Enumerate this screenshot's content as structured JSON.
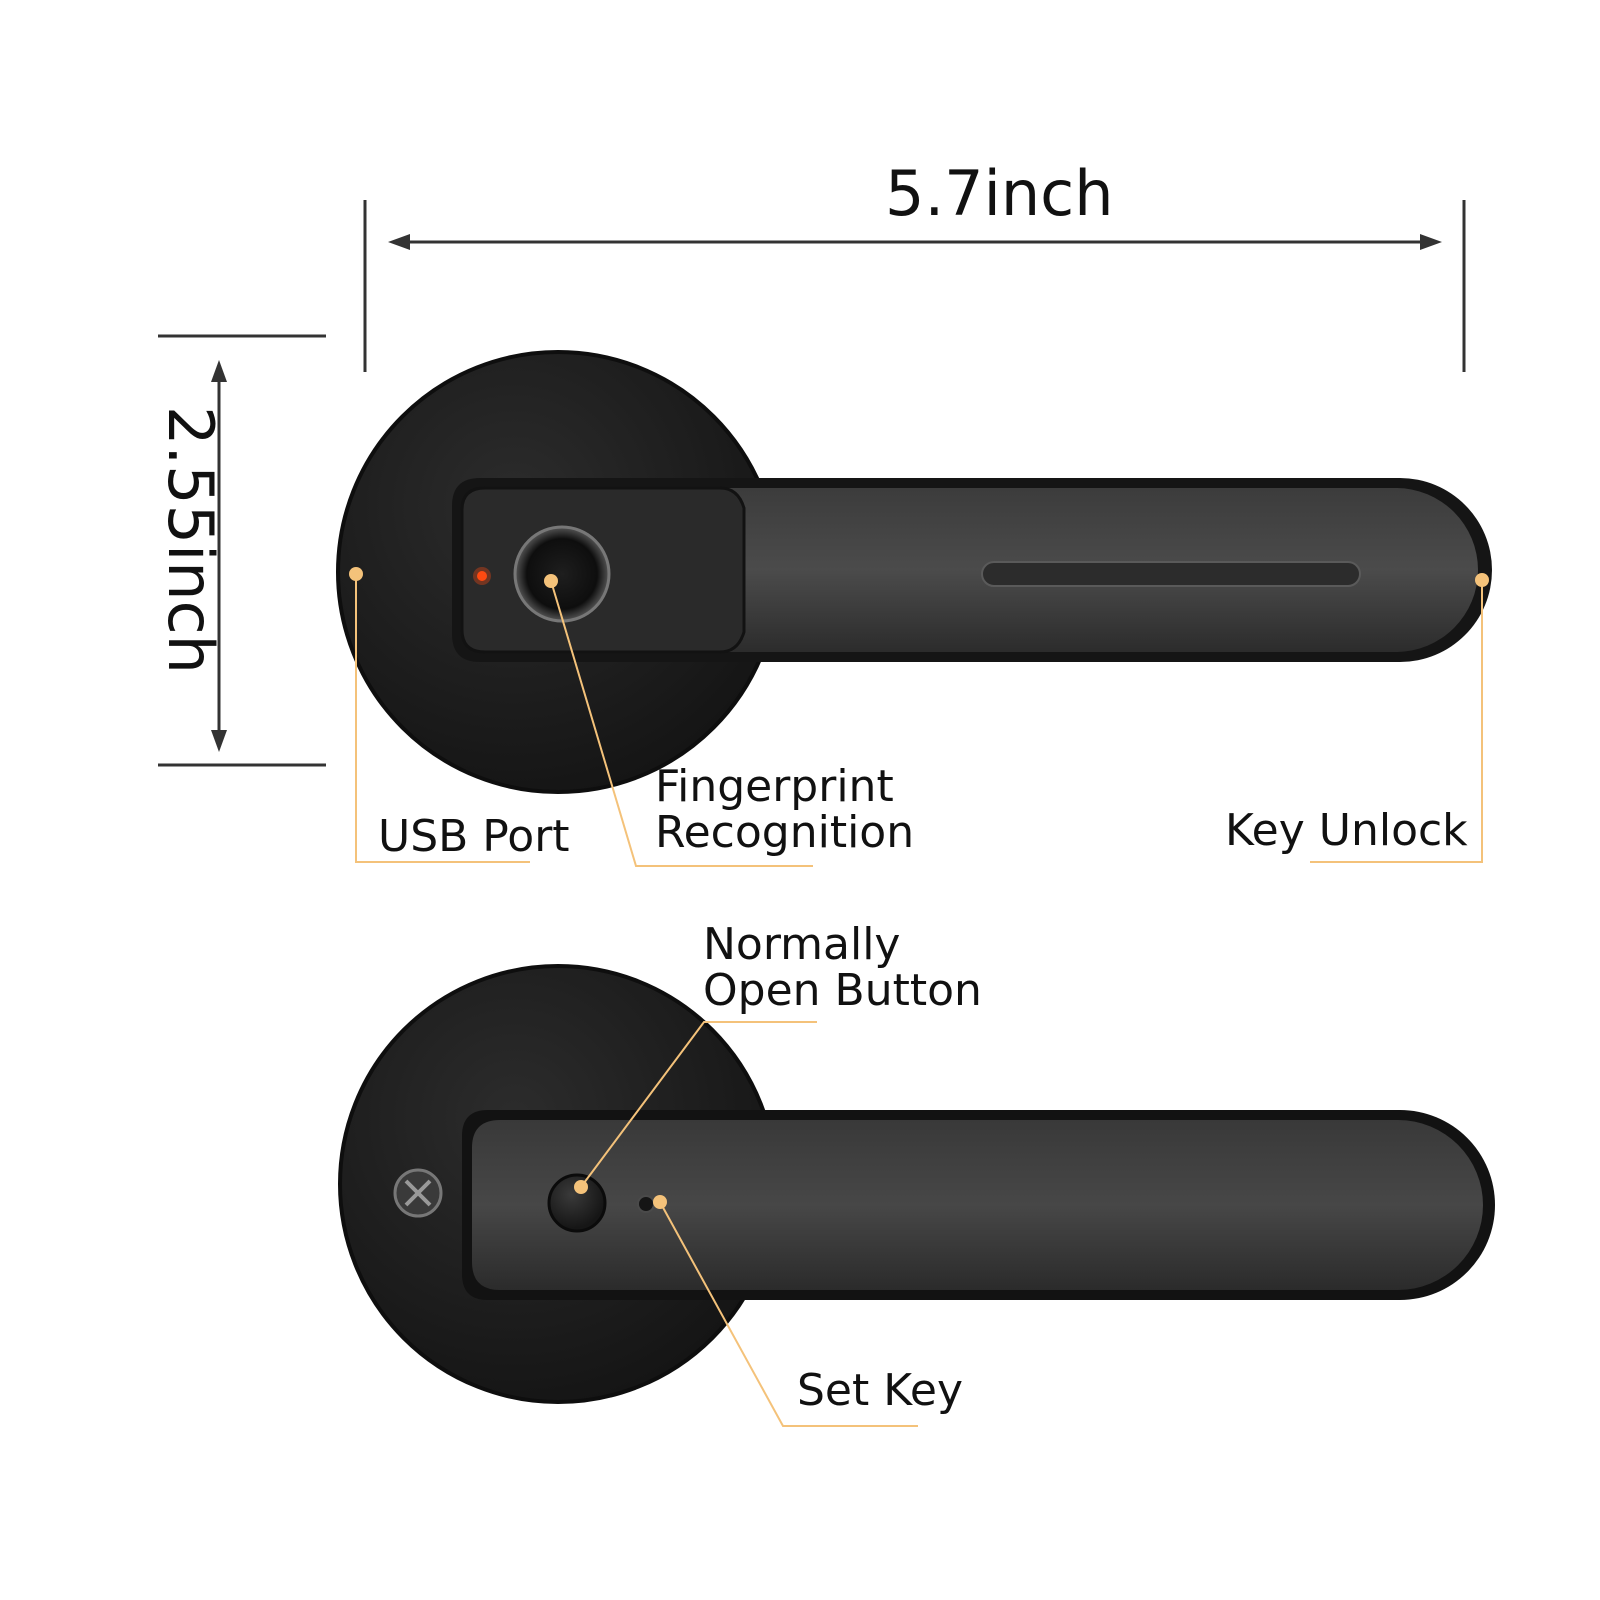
{
  "dimensions": {
    "width": "5.7inch",
    "height": "2.55inch"
  },
  "labels": {
    "usb_port": "USB Port",
    "fingerprint_line1": "Fingerprint",
    "fingerprint_line2": "Recognition",
    "key_unlock": "Key Unlock",
    "normally_open_line1": "Normally",
    "normally_open_line2": "Open Button",
    "set_key": "Set Key"
  },
  "colors": {
    "callout": "#f4c27a",
    "indicator_led": "#ff4a12",
    "handle_dark": "#1a1a1a",
    "dimension_line": "#333333"
  }
}
